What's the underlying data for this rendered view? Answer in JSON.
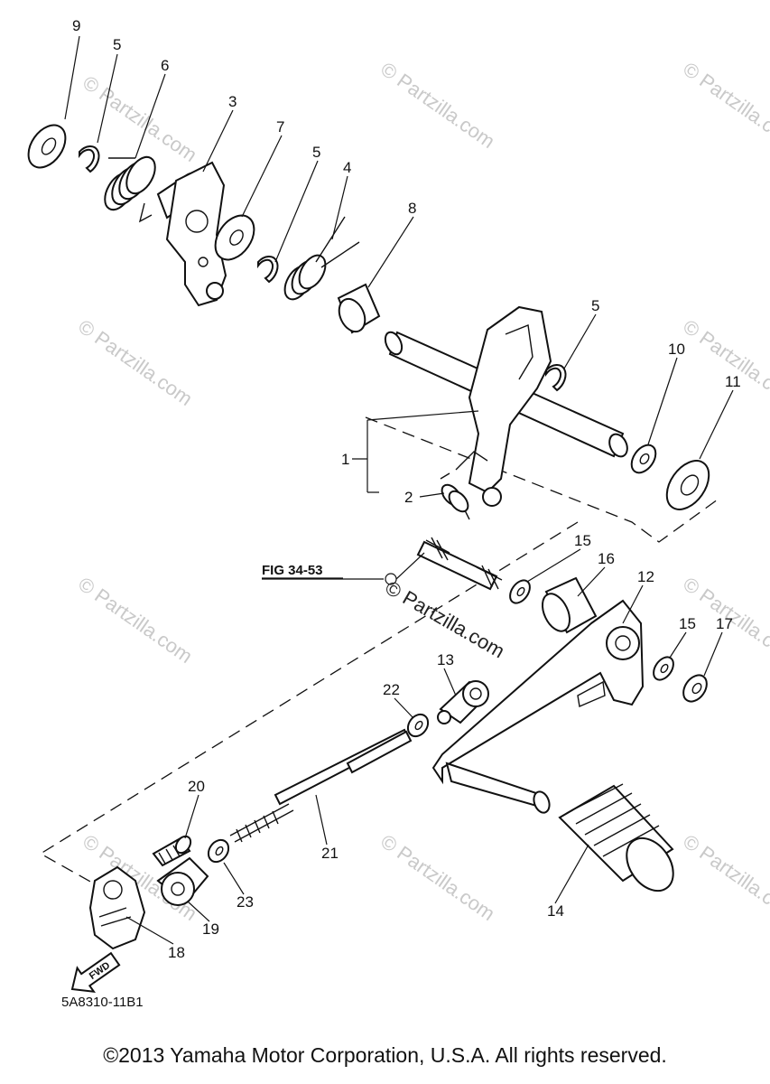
{
  "callouts": [
    "9",
    "5",
    "6",
    "3",
    "7",
    "5",
    "4",
    "8",
    "5",
    "10",
    "11",
    "1",
    "2",
    "15",
    "16",
    "12",
    "15",
    "17",
    "13",
    "22",
    "20",
    "21",
    "23",
    "19",
    "18",
    "14"
  ],
  "reference": "FIG 34-53",
  "watermarks": [
    "© Partzilla.com",
    "© Partzilla.com",
    "© Partzilla.com",
    "© Partzilla.com",
    "© Partzilla.com",
    "© Partzilla.com",
    "© Partzilla.com",
    "© Partzilla.com",
    "© Partzilla.com",
    "© Partzilla.com"
  ],
  "center_watermark": "© Partzilla.com",
  "fwd_label": "FWD",
  "diagram_code": "5A8310-11B1",
  "copyright": "©2013 Yamaha Motor Corporation, U.S.A. All rights reserved."
}
